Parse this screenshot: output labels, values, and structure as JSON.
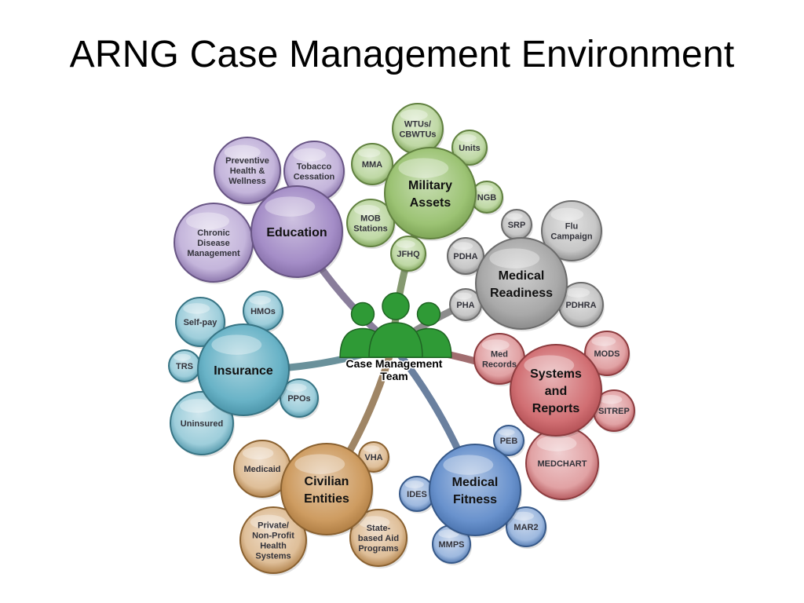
{
  "title": "ARNG Case Management Environment",
  "palette": {
    "military": "#8ab85c",
    "medical_readiness": "#9a9a9a",
    "systems": "#c9555a",
    "medical_fitness": "#4f7fc4",
    "civilian": "#c58a45",
    "insurance": "#4fa5bd",
    "education": "#9479bd",
    "team": "#2f9a36"
  },
  "center": {
    "label_lines": [
      "Case Management",
      "Team"
    ]
  },
  "hubs": [
    {
      "id": "military-assets",
      "lines": [
        "Military",
        "Assets"
      ],
      "color": "#8ab85c",
      "children": [
        {
          "id": "wtus",
          "lines": [
            "WTUs/",
            "CBWTUs"
          ]
        },
        {
          "id": "units",
          "lines": [
            "Units"
          ]
        },
        {
          "id": "mma",
          "lines": [
            "MMA"
          ]
        },
        {
          "id": "ngb",
          "lines": [
            "NGB"
          ]
        },
        {
          "id": "mob-stations",
          "lines": [
            "MOB",
            "Stations"
          ]
        },
        {
          "id": "jfhq",
          "lines": [
            "JFHQ"
          ]
        }
      ]
    },
    {
      "id": "medical-readiness",
      "lines": [
        "Medical",
        "Readiness"
      ],
      "color": "#9a9a9a",
      "children": [
        {
          "id": "srp",
          "lines": [
            "SRP"
          ]
        },
        {
          "id": "flu-campaign",
          "lines": [
            "Flu",
            "Campaign"
          ]
        },
        {
          "id": "pdha",
          "lines": [
            "PDHA"
          ]
        },
        {
          "id": "pha",
          "lines": [
            "PHA"
          ]
        },
        {
          "id": "pdhra",
          "lines": [
            "PDHRA"
          ]
        }
      ]
    },
    {
      "id": "systems-and-reports",
      "lines": [
        "Systems",
        "and",
        "Reports"
      ],
      "color": "#c9555a",
      "children": [
        {
          "id": "med-records",
          "lines": [
            "Med",
            "Records"
          ]
        },
        {
          "id": "mods",
          "lines": [
            "MODS"
          ]
        },
        {
          "id": "sitrep",
          "lines": [
            "SITREP"
          ]
        },
        {
          "id": "medchart",
          "lines": [
            "MEDCHART"
          ]
        }
      ]
    },
    {
      "id": "medical-fitness",
      "lines": [
        "Medical",
        "Fitness"
      ],
      "color": "#4f7fc4",
      "children": [
        {
          "id": "peb",
          "lines": [
            "PEB"
          ]
        },
        {
          "id": "ides",
          "lines": [
            "IDES"
          ]
        },
        {
          "id": "mar2",
          "lines": [
            "MAR2"
          ]
        },
        {
          "id": "mmps",
          "lines": [
            "MMPS"
          ]
        }
      ]
    },
    {
      "id": "civilian-entities",
      "lines": [
        "Civilian",
        "Entities"
      ],
      "color": "#c58a45",
      "children": [
        {
          "id": "medicaid",
          "lines": [
            "Medicaid"
          ]
        },
        {
          "id": "vha",
          "lines": [
            "VHA"
          ]
        },
        {
          "id": "private-nonprofit",
          "lines": [
            "Private/",
            "Non-Profit",
            "Health",
            "Systems"
          ]
        },
        {
          "id": "state-aid",
          "lines": [
            "State-",
            "based Aid",
            "Programs"
          ]
        }
      ]
    },
    {
      "id": "insurance",
      "lines": [
        "Insurance"
      ],
      "color": "#4fa5bd",
      "children": [
        {
          "id": "self-pay",
          "lines": [
            "Self-pay"
          ]
        },
        {
          "id": "hmos",
          "lines": [
            "HMOs"
          ]
        },
        {
          "id": "trs",
          "lines": [
            "TRS"
          ]
        },
        {
          "id": "ppos",
          "lines": [
            "PPOs"
          ]
        },
        {
          "id": "uninsured",
          "lines": [
            "Uninsured"
          ]
        }
      ]
    },
    {
      "id": "education",
      "lines": [
        "Education"
      ],
      "color": "#9479bd",
      "children": [
        {
          "id": "preventive",
          "lines": [
            "Preventive",
            "Health &",
            "Wellness"
          ]
        },
        {
          "id": "tobacco",
          "lines": [
            "Tobacco",
            "Cessation"
          ]
        },
        {
          "id": "chronic",
          "lines": [
            "Chronic",
            "Disease",
            "Management"
          ]
        }
      ]
    }
  ]
}
